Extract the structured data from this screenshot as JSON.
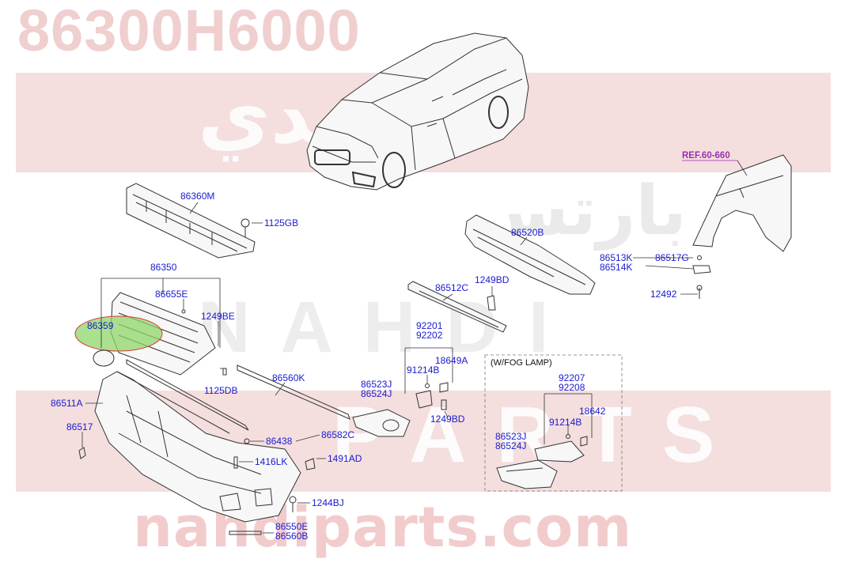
{
  "watermarks": {
    "part_number": "86300H6000",
    "site": "nahdiparts.com",
    "arabic_brand": "النـهدي",
    "arabic_parts": "بارتس",
    "latin_brand": "NAHDI",
    "latin_parts": "PARTS"
  },
  "reference": "REF.60-660",
  "fog_lamp_box": "(W/FOG LAMP)",
  "labels": {
    "l86360M": "86360M",
    "l1125GB": "1125GB",
    "l86350": "86350",
    "l86655E": "86655E",
    "l1249BE": "1249BE",
    "l86359": "86359",
    "l1125DB": "1125DB",
    "l86560K": "86560K",
    "l86511A": "86511A",
    "l86517": "86517",
    "l86438": "86438",
    "l86582C": "86582C",
    "l1416LK": "1416LK",
    "l1491AD": "1491AD",
    "l1244BJ": "1244BJ",
    "l86550E": "86550E",
    "l86560B": "86560B",
    "l86520B": "86520B",
    "l86512C": "86512C",
    "l1249BD_a": "1249BD",
    "l92201": "92201",
    "l92202": "92202",
    "l91214B_a": "91214B",
    "l18649A": "18649A",
    "l86523J_a": "86523J",
    "l86524J_a": "86524J",
    "l1249BD_b": "1249BD",
    "l92207": "92207",
    "l92208": "92208",
    "l91214B_b": "91214B",
    "l18642": "18642",
    "l86523J_b": "86523J",
    "l86524J_b": "86524J",
    "l86513K": "86513K",
    "l86514K": "86514K",
    "l86517G": "86517G",
    "l12492": "12492"
  },
  "colors": {
    "label": "#1a1ad0",
    "reference": "#9b2fae",
    "highlight": "#8fd66a",
    "highlight_ring": "#d43a3a",
    "watermark_band": "#f4dede"
  }
}
